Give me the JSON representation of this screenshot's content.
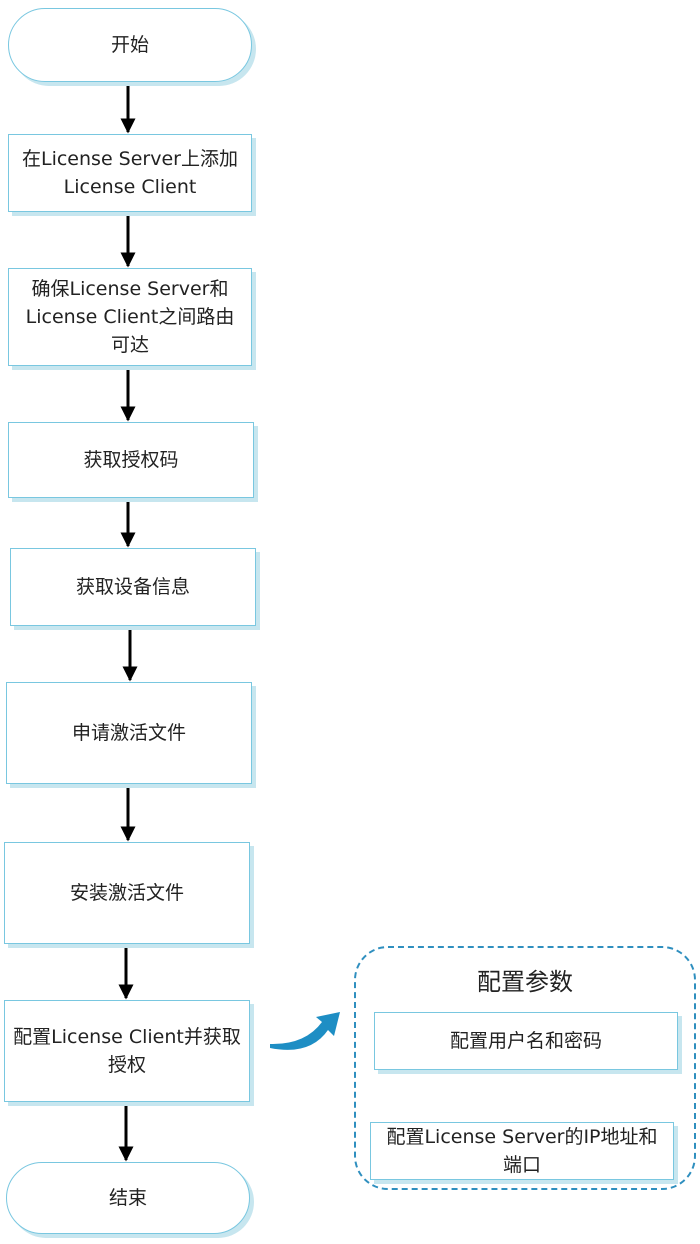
{
  "colors": {
    "box_border": "#79c7e0",
    "box_shadow": "#c7e6ef",
    "arrow": "#000000",
    "group_border": "#2f8fbf",
    "swoosh": "#1e8ec4"
  },
  "flow": {
    "start": "开始",
    "step1": "在License Server上添加License Client",
    "step2": "确保License Server和License Client之间路由可达",
    "step3": "获取授权码",
    "step4": "获取设备信息",
    "step5": "申请激活文件",
    "step6": "安装激活文件",
    "step7": "配置License Client并获取授权",
    "end": "结束"
  },
  "params": {
    "title": "配置参数",
    "item1": "配置用户名和密码",
    "item2": "配置License Server的IP地址和端口"
  }
}
